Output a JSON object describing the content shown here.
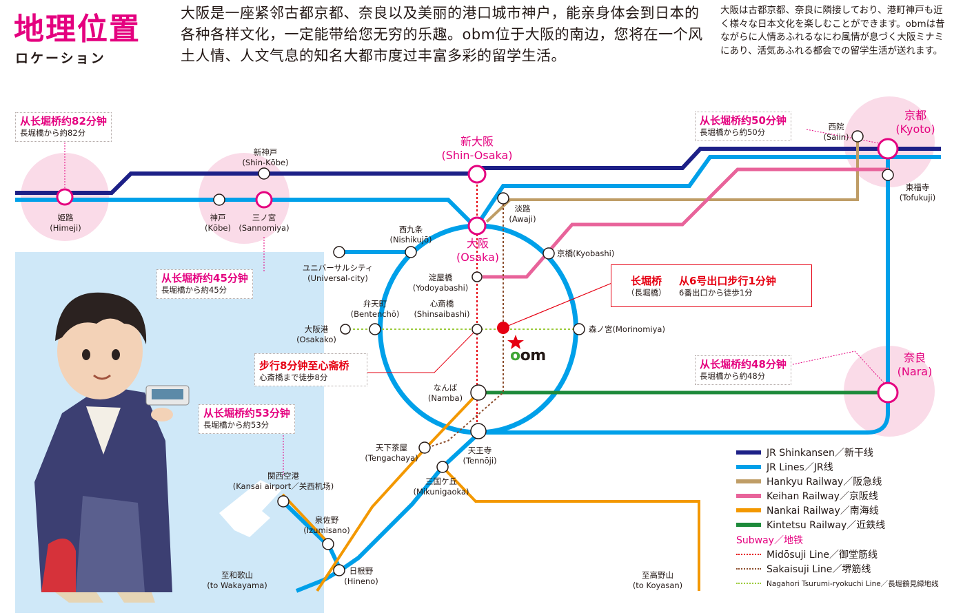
{
  "header": {
    "title": "地理位置",
    "subtitle": "ロケーション",
    "intro_zh": "大阪是一座紧邻古都京都、奈良以及美丽的港口城市神户，能亲身体会到日本的各种各样文化，一定能带给您无穷的乐趣。obm位于大阪的南边，您将在一个风土人情、人文气息的知名大都市度过丰富多彩的留学生活。",
    "intro_ja": "大阪は古都京都、奈良に隣接しており、港町神戸も近く様々な日本文化を楽しむことができます。obmは昔ながらに人情あふれるなにわ風情が息づく大阪ミナミにあり、活気あふれる都会での留学生活が送れます。"
  },
  "colors": {
    "shinkansen": "#1d2087",
    "jr": "#00a0e9",
    "hankyu": "#bf9d66",
    "keihan": "#e8639a",
    "nankai": "#f39800",
    "kintetsu": "#1d8a3a",
    "midosuji": "#e60012",
    "sakaisuji": "#8a4b2a",
    "nagahori": "#9ccb3b",
    "accent": "#e4007f",
    "highlight_pink": "#fadbe8",
    "sea": "#c8e6f7"
  },
  "travel_times": {
    "himeji": {
      "zh": "从长堀桥约82分钟",
      "ja": "長堀橋から約82分"
    },
    "kobe": {
      "zh": "从长堀桥约45分钟",
      "ja": "長堀橋から約45分"
    },
    "kyoto": {
      "zh": "从长堀桥约50分钟",
      "ja": "長堀橋から約50分"
    },
    "nara": {
      "zh": "从长堀桥约48分钟",
      "ja": "長堀橋から約48分"
    },
    "kansai": {
      "zh": "从长堀桥约53分钟",
      "ja": "長堀橋から約53分"
    }
  },
  "callouts": {
    "nagahoribashi": {
      "name_zh": "长堀桥",
      "name_ja": "（長堀橋）",
      "walk_zh": "从6号出口步行1分钟",
      "walk_ja": "6番出口から徒歩1分"
    },
    "shinsaibashi": {
      "zh": "步行8分钟至心斋桥",
      "ja": "心斎橋まで徒歩8分"
    }
  },
  "major_stations": {
    "shin_osaka": {
      "ja": "新大阪",
      "en": "(Shin-Osaka)"
    },
    "osaka": {
      "ja": "大阪",
      "en": "(Osaka)"
    },
    "kyoto": {
      "ja": "京都",
      "en": "(Kyoto)"
    },
    "nara": {
      "ja": "奈良",
      "en": "(Nara)"
    }
  },
  "stations": {
    "shin_kobe": {
      "ja": "新神戸",
      "en": "(Shin-Kōbe)"
    },
    "himeji": {
      "ja": "姫路",
      "en": "(Himeji)"
    },
    "kobe": {
      "ja": "神戸",
      "en": "(Kōbe)"
    },
    "sannomiya": {
      "ja": "三ノ宮",
      "en": "(Sannomiya)"
    },
    "nishikujo": {
      "ja": "西九条",
      "en": "(Nishikujō)"
    },
    "awaji": {
      "ja": "淡路",
      "en": "(Awaji)"
    },
    "universal": {
      "ja": "ユニバーサルシティ",
      "en": "(Universal-city)"
    },
    "kyobashi": "京橋(Kyobashi)",
    "yodoyabashi": {
      "ja": "淀屋橋",
      "en": "(Yodoyabashi)"
    },
    "bentencho": {
      "ja": "弁天町",
      "en": "(Bentenchō)"
    },
    "shinsaibashi": {
      "ja": "心斎橋",
      "en": "(Shinsaibashi)"
    },
    "osakako": {
      "ja": "大阪港",
      "en": "(Osakako)"
    },
    "morinomiya": "森ノ宮(Morinomiya)",
    "namba": {
      "ja": "なんば",
      "en": "(Namba)"
    },
    "tengachaya": {
      "ja": "天下茶屋",
      "en": "(Tengachaya)"
    },
    "tennoji": {
      "ja": "天王寺",
      "en": "(Tennōji)"
    },
    "mikunigaoka": {
      "ja": "三国ケ丘",
      "en": "(Mikunigaoka)"
    },
    "kansai_airport": {
      "ja": "関西空港",
      "en": "(Kansai airport／关西机场)"
    },
    "izumisano": {
      "ja": "泉佐野",
      "en": "(Izumisano)"
    },
    "hineno": {
      "ja": "日根野",
      "en": "(Hineno)"
    },
    "wakayama": {
      "ja": "至和歌山",
      "en": "(to Wakayama)"
    },
    "koyasan": {
      "ja": "至高野山",
      "en": "(to Koyasan)"
    },
    "saiin": {
      "ja": "西院",
      "en": "(Saiin)"
    },
    "tofukuji": {
      "ja": "東福寺",
      "en": "(Tofukuji)"
    }
  },
  "school_logo": {
    "o": "o",
    "rest": "om"
  },
  "legend": {
    "lines": [
      {
        "label": "JR Shinkansen／新干线",
        "color": "#1d2087",
        "style": "solid"
      },
      {
        "label": "JR Lines／JR线",
        "color": "#00a0e9",
        "style": "solid"
      },
      {
        "label": "Hankyu Railway／阪急线",
        "color": "#bf9d66",
        "style": "solid"
      },
      {
        "label": "Keihan Railway／京阪线",
        "color": "#e8639a",
        "style": "solid"
      },
      {
        "label": "Nankai Railway／南海线",
        "color": "#f39800",
        "style": "solid"
      },
      {
        "label": "Kintetsu Railway／近鉄线",
        "color": "#1d8a3a",
        "style": "solid"
      }
    ],
    "subway_title": "Subway／地铁",
    "subway": [
      {
        "label": "Midōsuji Line／御堂筋线",
        "color": "#e60012",
        "style": "dotted"
      },
      {
        "label": "Sakaisuji Line／堺筋线",
        "color": "#8a4b2a",
        "style": "dotted"
      },
      {
        "label": "Nagahori Tsurumi-ryokuchi Line／長堀鶴見緑地线",
        "color": "#9ccb3b",
        "style": "dotted"
      }
    ]
  }
}
